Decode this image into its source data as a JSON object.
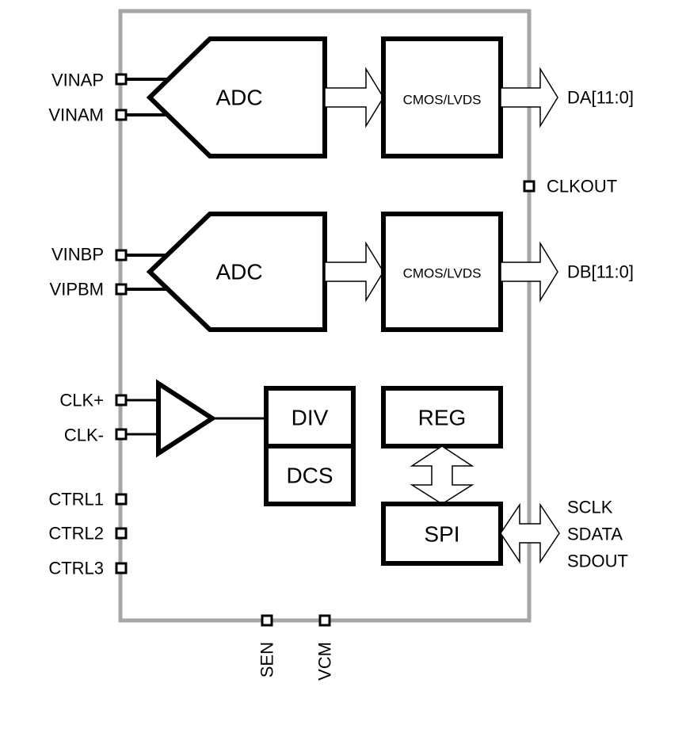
{
  "blocks": {
    "adc_a": "ADC",
    "adc_b": "ADC",
    "cmos_lvds_a": "CMOS/LVDS",
    "cmos_lvds_b": "CMOS/LVDS",
    "div": "DIV",
    "dcs": "DCS",
    "reg": "REG",
    "spi": "SPI"
  },
  "pins": {
    "vinap": "VINAP",
    "vinam": "VINAM",
    "vinbp": "VINBP",
    "vipbm": "VIPBM",
    "clk_p": "CLK+",
    "clk_m": "CLK-",
    "ctrl1": "CTRL1",
    "ctrl2": "CTRL2",
    "ctrl3": "CTRL3",
    "da": "DA[11:0]",
    "clkout": "CLKOUT",
    "db": "DB[11:0]",
    "sclk": "SCLK",
    "sdata": "SDATA",
    "sdout": "SDOUT",
    "sen": "SEN",
    "vcm": "VCM"
  }
}
